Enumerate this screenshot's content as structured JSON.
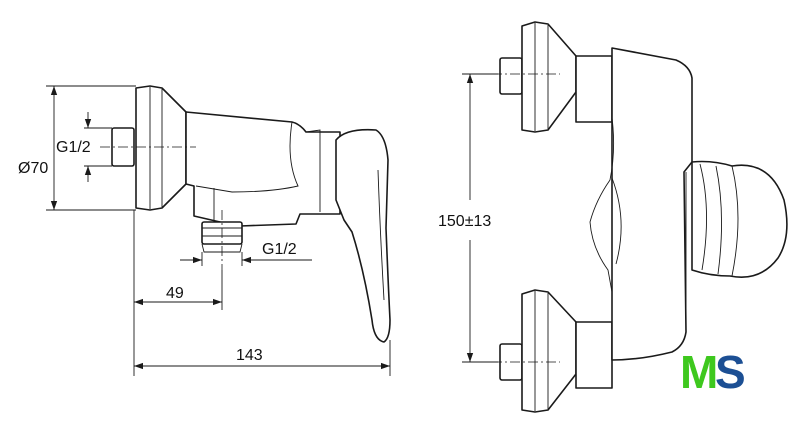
{
  "dimensions": {
    "inlet_thread_left": "G1/2",
    "diameter": "Ø70",
    "outlet_thread": "G1/2",
    "outlet_offset": "49",
    "total_depth": "143",
    "inlet_spacing": "150±13"
  },
  "logo": {
    "letter_m": "M",
    "letter_s": "S",
    "color_m": "#3ec81e",
    "color_s": "#1c4f94"
  },
  "colors": {
    "line": "#1a1a1a",
    "background": "#ffffff"
  }
}
